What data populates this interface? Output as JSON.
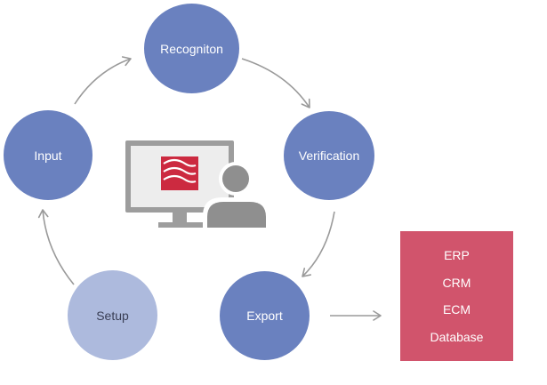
{
  "diagram": {
    "nodes": {
      "recognition": "Recogniton",
      "verification": "Verification",
      "export": "Export",
      "setup": "Setup",
      "input": "Input"
    },
    "targets": [
      "ERP",
      "CRM",
      "ECM",
      "Database"
    ]
  },
  "colors": {
    "node_dark": "#6a81bf",
    "node_light": "#adbadd",
    "targets_box": "#d1546c",
    "arrow": "#9a9a9a",
    "monitor": "#9d9d9d",
    "logo": "#cc2a40"
  },
  "icons": {
    "center": "monitor-with-user-icon",
    "logo": "document-waves-logo"
  }
}
